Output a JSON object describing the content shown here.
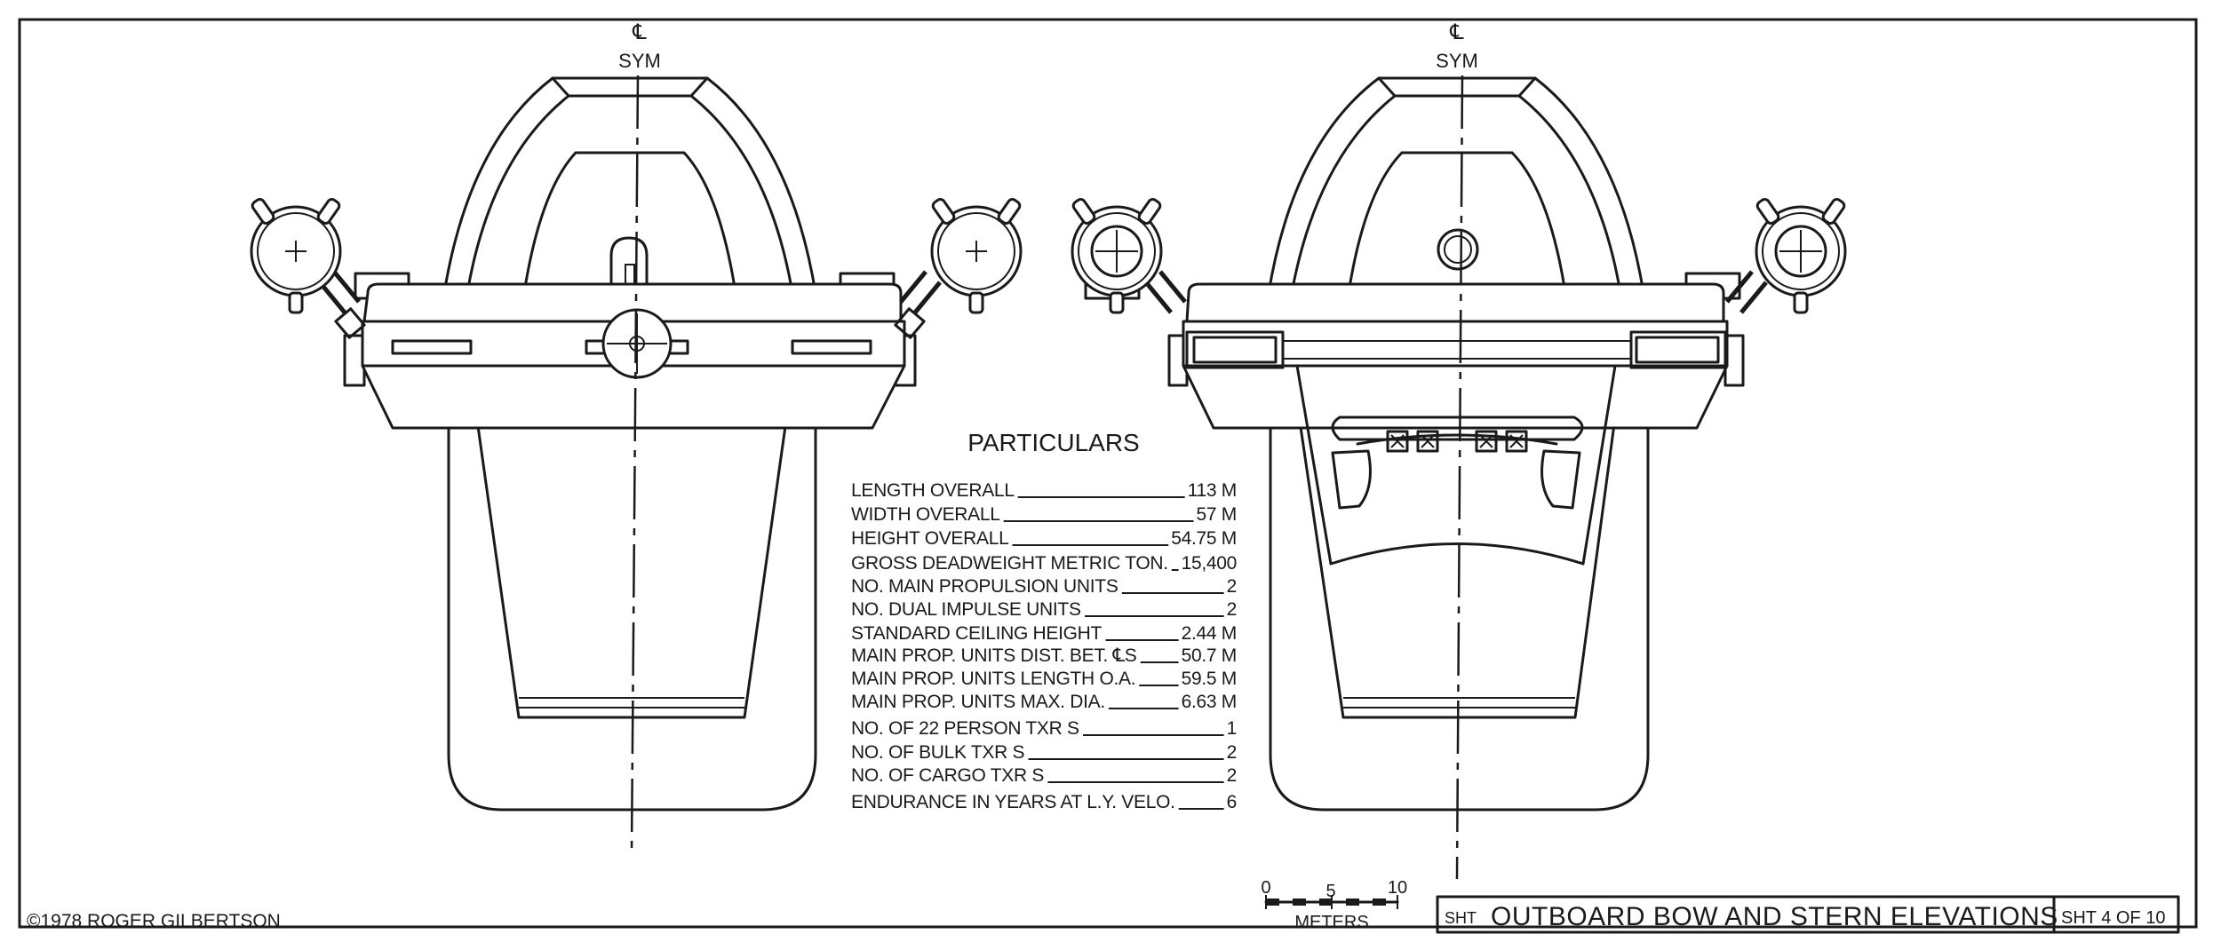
{
  "bow_view": {
    "cl_mark": "℄",
    "sym_label": "SYM"
  },
  "stern_view": {
    "cl_mark": "℄",
    "sym_label": "SYM"
  },
  "particulars": {
    "title": "PARTICULARS",
    "rows": [
      {
        "label": "LENGTH OVERALL",
        "value": "113 M"
      },
      {
        "label": "WIDTH OVERALL",
        "value": "57 M"
      },
      {
        "label": "HEIGHT OVERALL",
        "value": "54.75 M"
      },
      {
        "label": "GROSS DEADWEIGHT METRIC TON.",
        "value": "15,400"
      },
      {
        "label": "NO. MAIN PROPULSION UNITS",
        "value": "2"
      },
      {
        "label": "NO. DUAL IMPULSE UNITS",
        "value": "2"
      },
      {
        "label": "STANDARD CEILING HEIGHT",
        "value": "2.44 M"
      },
      {
        "label": "MAIN PROP. UNITS DIST. BET. ℄S",
        "value": "50.7 M"
      },
      {
        "label": "MAIN PROP. UNITS LENGTH O.A.",
        "value": "59.5 M"
      },
      {
        "label": "MAIN PROP. UNITS MAX. DIA.",
        "value": "6.63 M"
      },
      {
        "label": "NO. OF 22 PERSON TXR S",
        "value": "1"
      },
      {
        "label": "NO. OF BULK TXR S",
        "value": "2"
      },
      {
        "label": "NO. OF CARGO TXR S",
        "value": "2"
      },
      {
        "label": "ENDURANCE IN YEARS AT L.Y. VELO.",
        "value": "6"
      }
    ]
  },
  "scale_bar": {
    "ticks": [
      "0",
      "5",
      "10"
    ],
    "unit": "METERS"
  },
  "copyright": "©1978  ROGER GILBERTSON",
  "title_block": {
    "sheet_prefix": "SHT",
    "title": "OUTBOARD  BOW AND STERN  ELEVATIONS",
    "sheet_number": "SHT 4 OF 10"
  },
  "colors": {
    "ink": "#1a1a1a",
    "paper": "#ffffff"
  }
}
